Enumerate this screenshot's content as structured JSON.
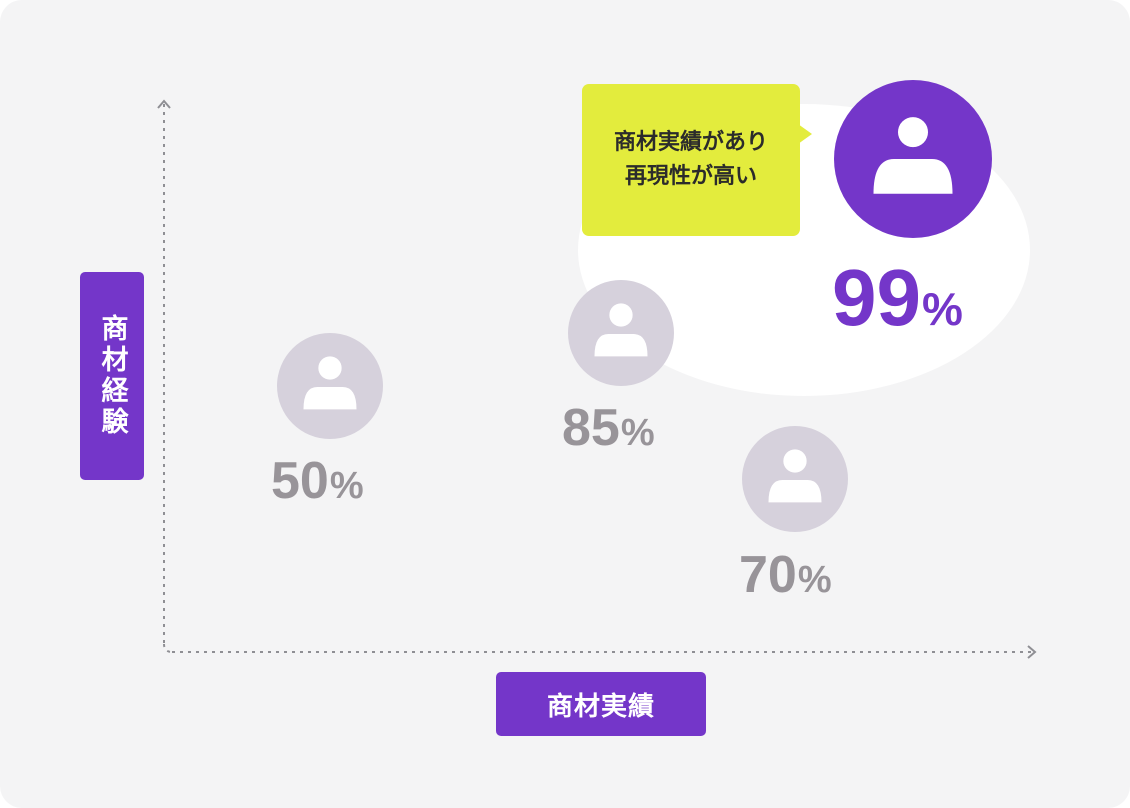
{
  "axes": {
    "y_label": "商材経験",
    "x_label": "商材実績"
  },
  "callout": {
    "line1": "商材実績があり",
    "line2": "再現性が高い"
  },
  "people": [
    {
      "id": "p50",
      "value": "50",
      "unit": "%",
      "highlight": false
    },
    {
      "id": "p85",
      "value": "85",
      "unit": "%",
      "highlight": false
    },
    {
      "id": "p70",
      "value": "70",
      "unit": "%",
      "highlight": false
    },
    {
      "id": "p99",
      "value": "99",
      "unit": "%",
      "highlight": true
    }
  ],
  "colors": {
    "accent": "#7436c9",
    "callout": "#e3ec3d",
    "muted_circle": "#d6d1dc",
    "muted_text": "#989499",
    "background": "#f4f4f5"
  },
  "icons": [
    "user-icon",
    "arrow-up-icon",
    "arrow-right-icon"
  ]
}
